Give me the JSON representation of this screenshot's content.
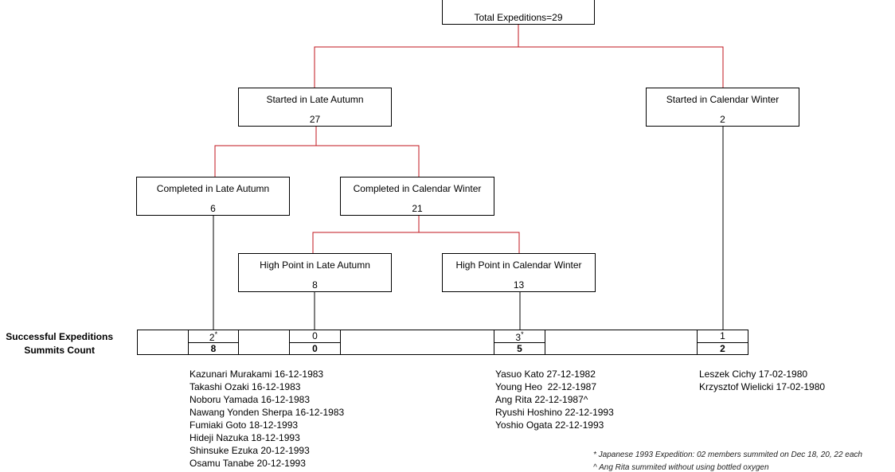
{
  "root": {
    "label": "Total Expeditions=29"
  },
  "late_autumn": {
    "title": "Started in Late Autumn",
    "count": "27"
  },
  "cal_winter": {
    "title": "Started in Calendar Winter",
    "count": "2"
  },
  "completed_autumn": {
    "title": "Completed in Late Autumn",
    "count": "6"
  },
  "completed_winter": {
    "title": "Completed in Calendar Winter",
    "count": "21"
  },
  "hp_autumn": {
    "title": "High Point in Late Autumn",
    "count": "8"
  },
  "hp_winter": {
    "title": "High Point in Calendar Winter",
    "count": "13"
  },
  "table": {
    "row1_label": "Successful Expeditions",
    "row2_label": "Summits Count",
    "col1": {
      "exp": "2",
      "mark": "*",
      "sum": "8"
    },
    "col2": {
      "exp": "0",
      "sum": "0"
    },
    "col3": {
      "exp": "3",
      "mark": "*",
      "sum": "5"
    },
    "col4": {
      "exp": "1",
      "sum": "2"
    }
  },
  "names_col1": [
    "Kazunari Murakami 16-12-1983",
    "Takashi Ozaki 16-12-1983",
    "Noboru Yamada 16-12-1983",
    "Nawang Yonden Sherpa 16-12-1983",
    "Fumiaki Goto 18-12-1993",
    "Hideji Nazuka 18-12-1993",
    "Shinsuke Ezuka 20-12-1993",
    "Osamu Tanabe 20-12-1993"
  ],
  "names_col3": [
    "Yasuo Kato 27-12-1982",
    "Young Heo  22-12-1987",
    "Ang Rita 22-12-1987^",
    "Ryushi Hoshino 22-12-1993",
    "Yoshio Ogata 22-12-1993"
  ],
  "names_col4": [
    "Leszek Cichy 17-02-1980",
    "Krzysztof Wielicki 17-02-1980"
  ],
  "notes": {
    "note1": "* Japanese 1993 Expedition: 02 members summited on Dec 18, 20, 22 each",
    "note2": "^ Ang Rita summited without using bottled oxygen"
  },
  "colors": {
    "red_connector": "#c0141c",
    "black_connector": "#000000"
  }
}
